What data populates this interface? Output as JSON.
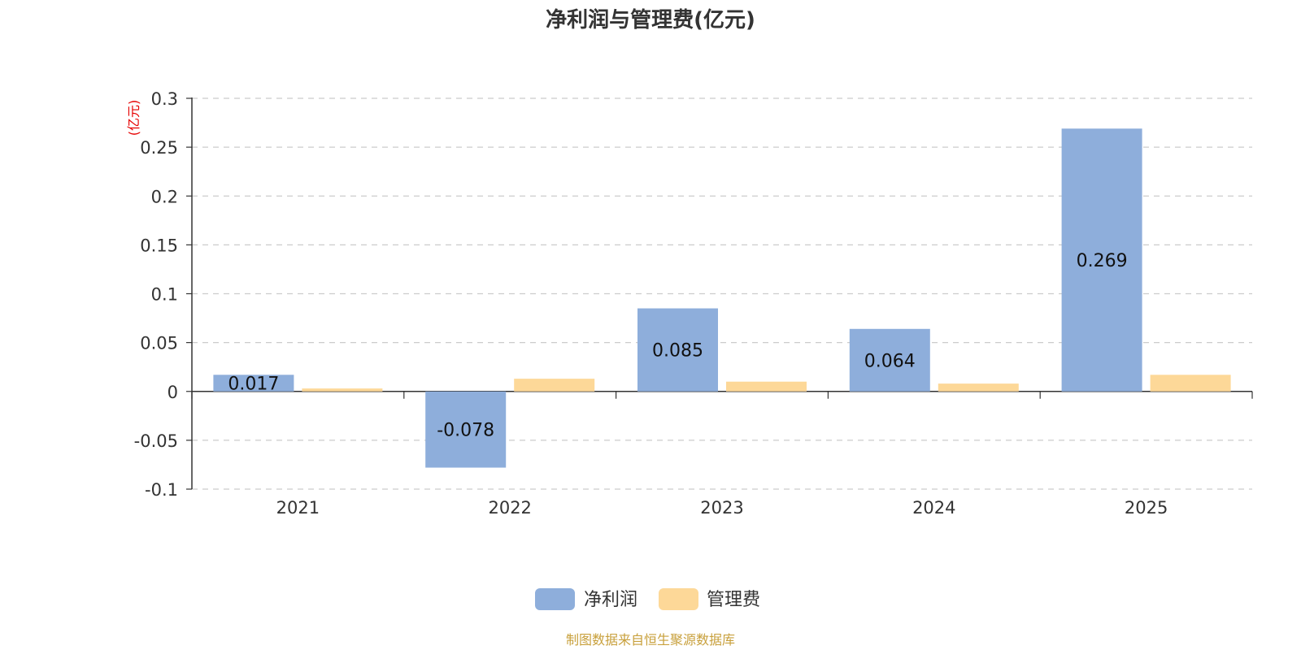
{
  "chart_data": {
    "type": "bar",
    "title": "净利润与管理费(亿元)",
    "ylabel": "(亿元)",
    "categories": [
      "2021",
      "2022",
      "2023",
      "2024",
      "2025"
    ],
    "series": [
      {
        "name": "净利润",
        "values": [
          0.017,
          -0.078,
          0.085,
          0.064,
          0.269
        ],
        "color": "#8eaedb",
        "show_labels": true
      },
      {
        "name": "管理费",
        "values": [
          0.003,
          0.013,
          0.01,
          0.008,
          0.017
        ],
        "color": "#fdd898",
        "show_labels": false
      }
    ],
    "data_labels": [
      "0.017",
      "-0.078",
      "0.085",
      "0.064",
      "0.269"
    ],
    "ylim": [
      -0.1,
      0.3
    ],
    "yticks": [
      -0.1,
      -0.05,
      0,
      0.05,
      0.1,
      0.15,
      0.2,
      0.25,
      0.3
    ],
    "ytick_labels": [
      "-0.1",
      "-0.05",
      "0",
      "0.05",
      "0.1",
      "0.15",
      "0.2",
      "0.25",
      "0.3"
    ],
    "grid": true,
    "legend_position": "bottom-center"
  },
  "source": {
    "text": "制图数据来自恒生聚源数据库",
    "color": "#c8a03c"
  }
}
